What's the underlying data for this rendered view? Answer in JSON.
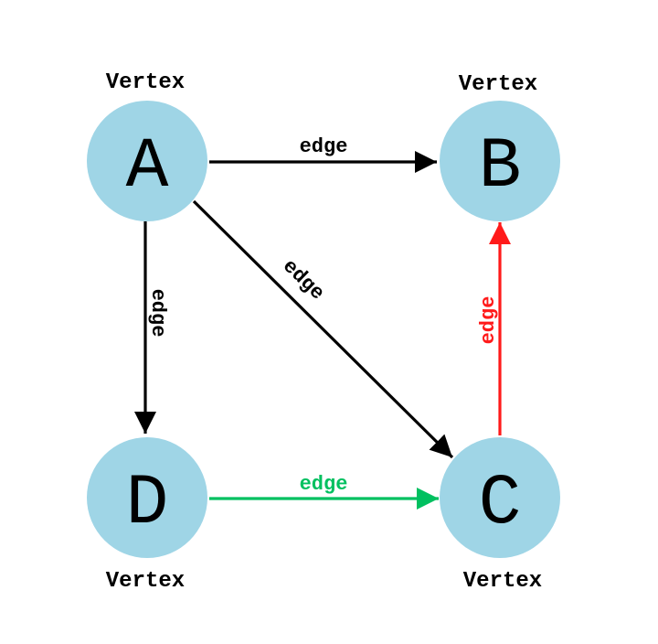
{
  "colors": {
    "node_fill": "#9FD5E6",
    "black": "#000000",
    "red": "#FF1A1A",
    "green": "#00C060"
  },
  "nodes": {
    "a": {
      "letter": "A",
      "caption": "Vertex"
    },
    "b": {
      "letter": "B",
      "caption": "Vertex"
    },
    "c": {
      "letter": "C",
      "caption": "Vertex"
    },
    "d": {
      "letter": "D",
      "caption": "Vertex"
    }
  },
  "edges": {
    "a_to_b": {
      "from": "A",
      "to": "B",
      "label": "edge",
      "color": "#000000"
    },
    "a_to_c": {
      "from": "A",
      "to": "C",
      "label": "edge",
      "color": "#000000"
    },
    "a_to_d": {
      "from": "A",
      "to": "D",
      "label": "edge",
      "color": "#000000"
    },
    "c_to_b": {
      "from": "C",
      "to": "B",
      "label": "edge",
      "color": "#FF1A1A"
    },
    "d_to_c": {
      "from": "D",
      "to": "C",
      "label": "edge",
      "color": "#00C060"
    }
  }
}
